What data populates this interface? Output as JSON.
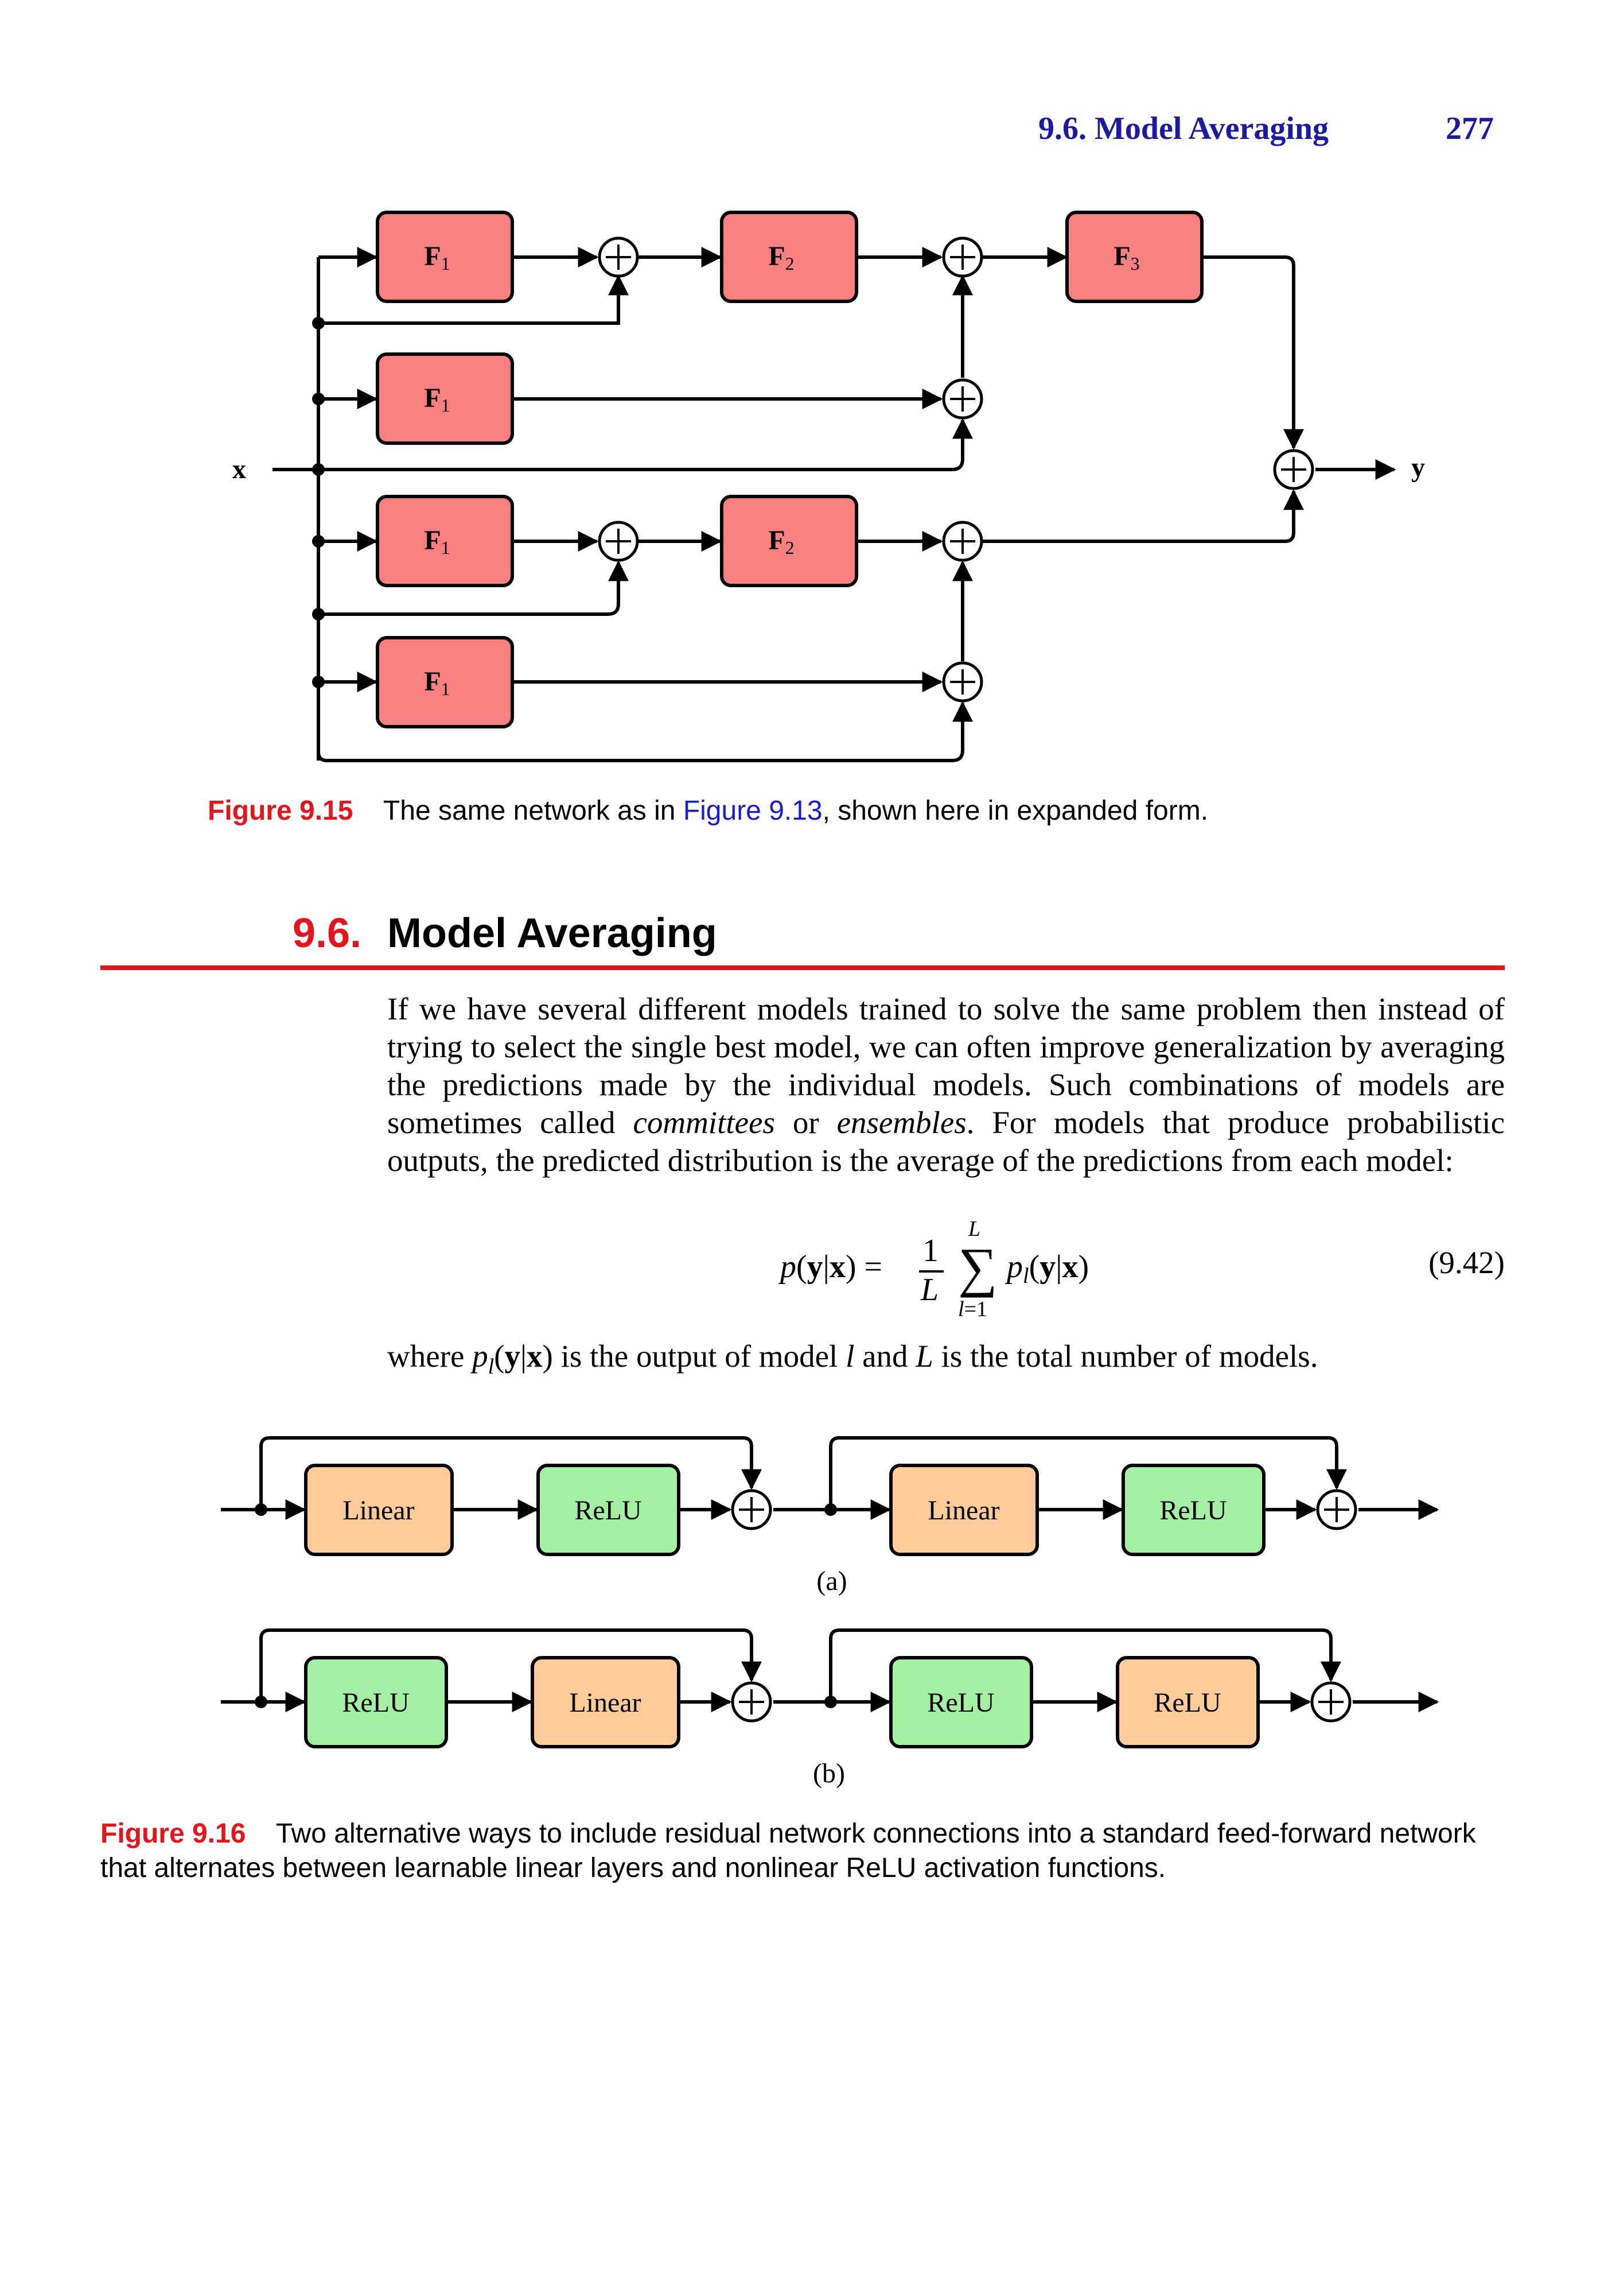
{
  "header": {
    "section": "9.6. Model Averaging",
    "page": "277"
  },
  "figure_915": {
    "input_label": "x",
    "output_label": "y",
    "blocks": [
      {
        "name": "F",
        "sub": "1"
      },
      {
        "name": "F",
        "sub": "2"
      },
      {
        "name": "F",
        "sub": "3"
      },
      {
        "name": "F",
        "sub": "1"
      },
      {
        "name": "F",
        "sub": "1"
      },
      {
        "name": "F",
        "sub": "2"
      },
      {
        "name": "F",
        "sub": "1"
      }
    ],
    "caption_label": "Figure 9.15",
    "caption_text_1": "The same network as in ",
    "caption_link": "Figure 9.13",
    "caption_text_2": ", shown here in expanded form."
  },
  "section": {
    "number": "9.6.",
    "title": "Model Averaging",
    "paragraph": "If we have several different models trained to solve the same problem then instead of trying to select the single best model, we can often improve generalization by averaging the predictions made by the individual models.  Such combinations of models are sometimes called committees or ensembles.  For models that produce probabilistic outputs, the predicted distribution is the average of the predictions from each model:",
    "equation_number": "(9.42)",
    "after_1": "where ",
    "after_2": " is the output of model ",
    "after_3": " and ",
    "after_4": " is the total number of models."
  },
  "figure_916": {
    "row_a": [
      "Linear",
      "ReLU",
      "Linear",
      "ReLU"
    ],
    "row_b": [
      "ReLU",
      "Linear",
      "ReLU",
      "ReLU"
    ],
    "label_a": "(a)",
    "label_b": "(b)",
    "caption_label": "Figure 9.16",
    "caption_text": "Two alternative ways to include residual network connections into a standard feed-forward network that alternates between learnable linear layers and nonlinear ReLU activation functions."
  },
  "colors": {
    "f_block": "#f98080",
    "linear": "#ffcc99",
    "relu": "#a3f0a3",
    "accent_red": "#e8141c",
    "link_blue": "#1a1ad8"
  }
}
